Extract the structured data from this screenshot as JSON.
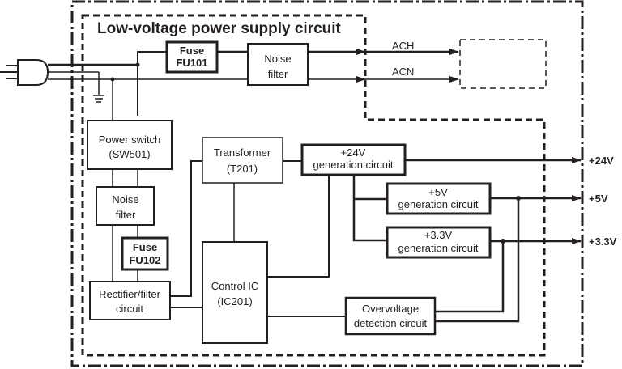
{
  "title": "Low-voltage power supply circuit",
  "blocks": {
    "fuse1": {
      "line1": "Fuse",
      "line2": "FU101"
    },
    "noise1": {
      "line1": "Noise",
      "line2": "filter"
    },
    "power_switch": {
      "line1": "Power switch",
      "line2": "(SW501)"
    },
    "noise2": {
      "line1": "Noise",
      "line2": "filter"
    },
    "fuse2": {
      "line1": "Fuse",
      "line2": "FU102"
    },
    "rectifier": {
      "line1": "Rectifier/filter",
      "line2": "circuit"
    },
    "transformer": {
      "line1": "Transformer",
      "line2": "(T201)"
    },
    "control_ic": {
      "line1": "Control IC",
      "line2": "(IC201)"
    },
    "gen24": {
      "line1": "+24V",
      "line2": "generation circuit"
    },
    "gen5": {
      "line1": "+5V",
      "line2": "generation circuit"
    },
    "gen33": {
      "line1": "+3.3V",
      "line2": "generation circuit"
    },
    "overvoltage": {
      "line1": "Overvoltage",
      "line2": "detection circuit"
    }
  },
  "signals": {
    "ach": "ACH",
    "acn": "ACN"
  },
  "outputs": {
    "v24": "+24V",
    "v5": "+5V",
    "v33": "+3.3V"
  }
}
